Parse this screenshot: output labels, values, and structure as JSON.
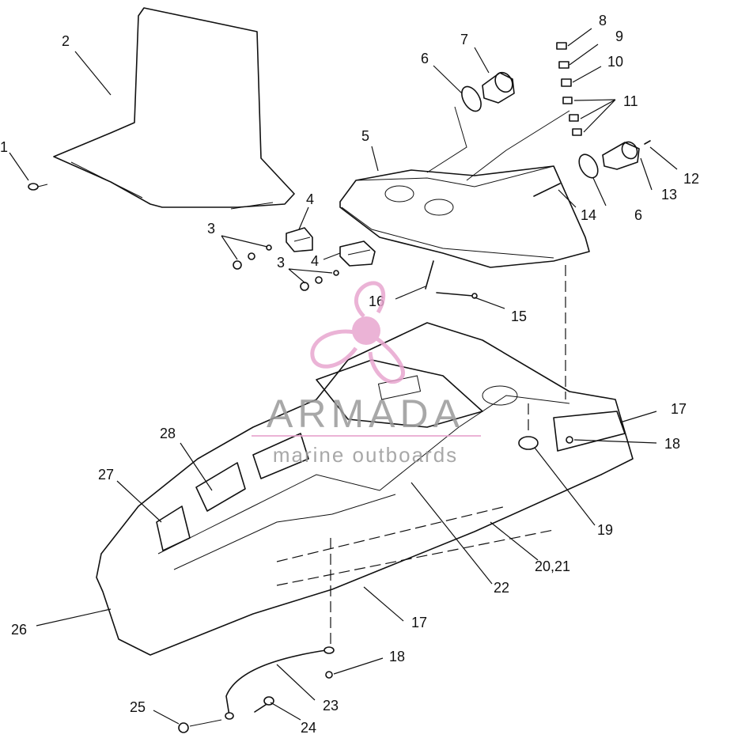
{
  "callouts": {
    "c1": "1",
    "c2": "2",
    "c3a": "3",
    "c3b": "3",
    "c4a": "4",
    "c4b": "4",
    "c5": "5",
    "c6a": "6",
    "c6b": "6",
    "c7": "7",
    "c8": "8",
    "c9": "9",
    "c10": "10",
    "c11": "11",
    "c12": "12",
    "c13": "13",
    "c14": "14",
    "c15": "15",
    "c16": "16",
    "c17a": "17",
    "c17b": "17",
    "c18a": "18",
    "c18b": "18",
    "c19": "19",
    "c20_21": "20,21",
    "c22": "22",
    "c23": "23",
    "c24": "24",
    "c25": "25",
    "c26": "26",
    "c27": "27",
    "c28": "28"
  },
  "watermark": {
    "brand": "ARMADA",
    "tagline": "marine outboards",
    "logo_icon": "propeller-logo-icon",
    "logo_color": "#e8a6cf",
    "text_color": "#9a9a9a"
  }
}
